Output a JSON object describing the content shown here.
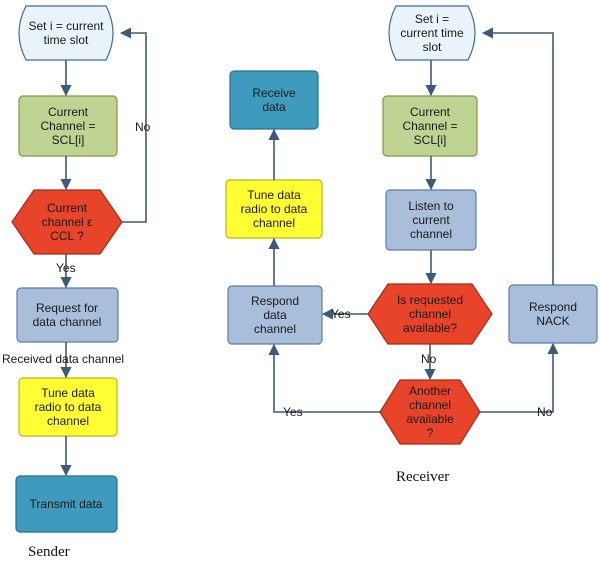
{
  "colors": {
    "start_fill": "#E8F3FA",
    "start_stroke": "#3E6E98",
    "green_fill": "#BFD393",
    "green_stroke": "#7E9A4F",
    "red_fill": "#E8442A",
    "red_stroke": "#A42C18",
    "blue_fill": "#A9BEDB",
    "blue_stroke": "#5C7EA6",
    "yellow_fill": "#FFFF33",
    "yellow_stroke": "#B8B814",
    "teal_fill": "#3F9BBE",
    "teal_stroke": "#276F8C",
    "edge_color": "#3D5A78"
  },
  "sender": {
    "caption": "Sender",
    "nodes": {
      "set_slot": [
        "Set i = current",
        "time slot"
      ],
      "current_channel": [
        "Current",
        "Channel =",
        "SCL[i]"
      ],
      "decision_ccl": [
        "Current",
        "channel ε",
        "CCL ?"
      ],
      "request_channel": [
        "Request for",
        "data channel"
      ],
      "tune_radio": [
        "Tune data",
        "radio to data",
        "channel"
      ],
      "transmit": [
        "Transmit data"
      ]
    },
    "edge_labels": {
      "no": "No",
      "yes": "Yes",
      "received": "Received data channel"
    }
  },
  "receiver": {
    "caption": "Receiver",
    "nodes": {
      "set_slot": [
        "Set i =",
        "current time",
        "slot"
      ],
      "current_channel": [
        "Current",
        "Channel =",
        "SCL[i]"
      ],
      "listen": [
        "Listen to",
        "current",
        "channel"
      ],
      "decision_available": [
        "Is requested",
        "channel",
        "available?"
      ],
      "respond_data": [
        "Respond",
        "data",
        "channel"
      ],
      "tune_radio": [
        "Tune data",
        "radio to data",
        "channel"
      ],
      "receive": [
        "Receive",
        "data"
      ],
      "decision_another": [
        "Another",
        "channel",
        "available",
        "?"
      ],
      "respond_nack": [
        "Respond",
        "NACK"
      ]
    },
    "edge_labels": {
      "yes_available": "Yes",
      "no_available": "No",
      "yes_another": "Yes",
      "no_another": "No"
    }
  }
}
